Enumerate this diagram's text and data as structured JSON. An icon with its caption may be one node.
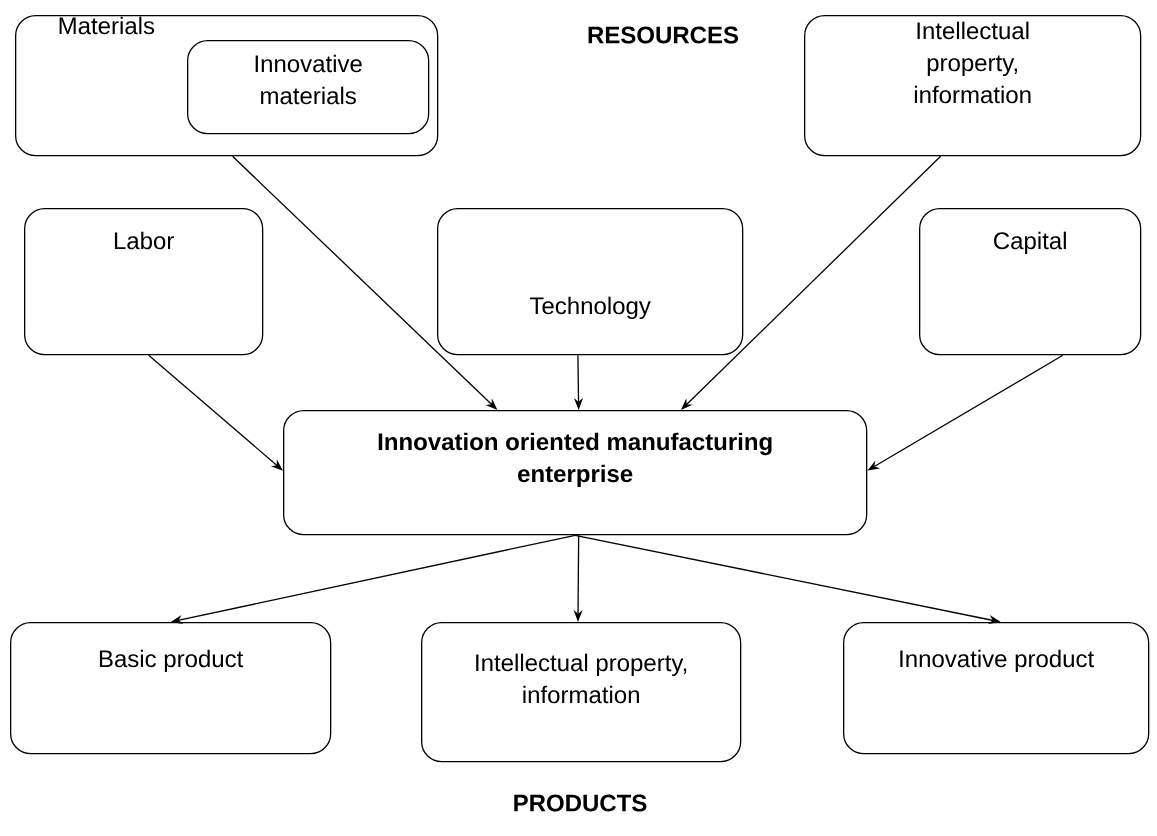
{
  "diagram": {
    "nodes": [
      {
        "text": [
          "Materials"
        ]
      },
      {
        "text": [
          "Innovative materials"
        ],
        "in": 0
      },
      {
        "text": [
          "Intellectual property, information"
        ]
      },
      {
        "text": [
          "Labor"
        ]
      },
      {
        "text": [
          "Technology"
        ]
      },
      {
        "text": [
          "Capital"
        ]
      },
      {
        "text": [
          "Innovation oriented manufacturing enterprise"
        ]
      },
      {
        "text": [
          "Basic product"
        ]
      },
      {
        "text": [
          "Intellectual property, information"
        ]
      },
      {
        "text": [
          "Innovative product"
        ]
      }
    ],
    "edges": [
      {
        "from": 0,
        "to": 6,
        "arrow": "to"
      },
      {
        "from": 3,
        "to": 6,
        "arrow": "to"
      },
      {
        "from": 4,
        "to": 6,
        "arrow": "to"
      },
      {
        "from": 2,
        "to": 6,
        "arrow": "to"
      },
      {
        "from": 5,
        "to": 6,
        "arrow": "to"
      },
      {
        "from": 6,
        "to": 7,
        "arrow": "to"
      },
      {
        "from": 6,
        "to": 8,
        "arrow": "to"
      },
      {
        "from": 6,
        "to": 9,
        "arrow": "to"
      }
    ],
    "labels": [
      "RESOURCES",
      "PRODUCTS"
    ]
  }
}
